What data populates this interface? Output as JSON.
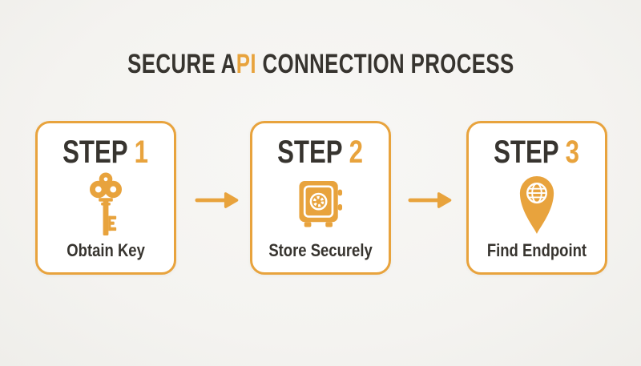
{
  "title": {
    "part1": "SECURE A",
    "highlight": "PI",
    "part2": " CONNECTION PROCESS"
  },
  "steps": [
    {
      "heading": "STEP ",
      "number": "1",
      "caption": "Obtain Key",
      "icon": "key-icon"
    },
    {
      "heading": "STEP ",
      "number": "2",
      "caption": "Store Securely",
      "icon": "safe-icon"
    },
    {
      "heading": "STEP ",
      "number": "3",
      "caption": "Find Endpoint",
      "icon": "location-pin-globe-icon"
    }
  ],
  "connectors": [
    {
      "type": "arrow-right"
    },
    {
      "type": "arrow-right"
    }
  ],
  "colors": {
    "accent": "#E8A33D",
    "text_dark": "#37342F",
    "background": "#F5F4F1",
    "card_background": "#FFFFFF"
  }
}
